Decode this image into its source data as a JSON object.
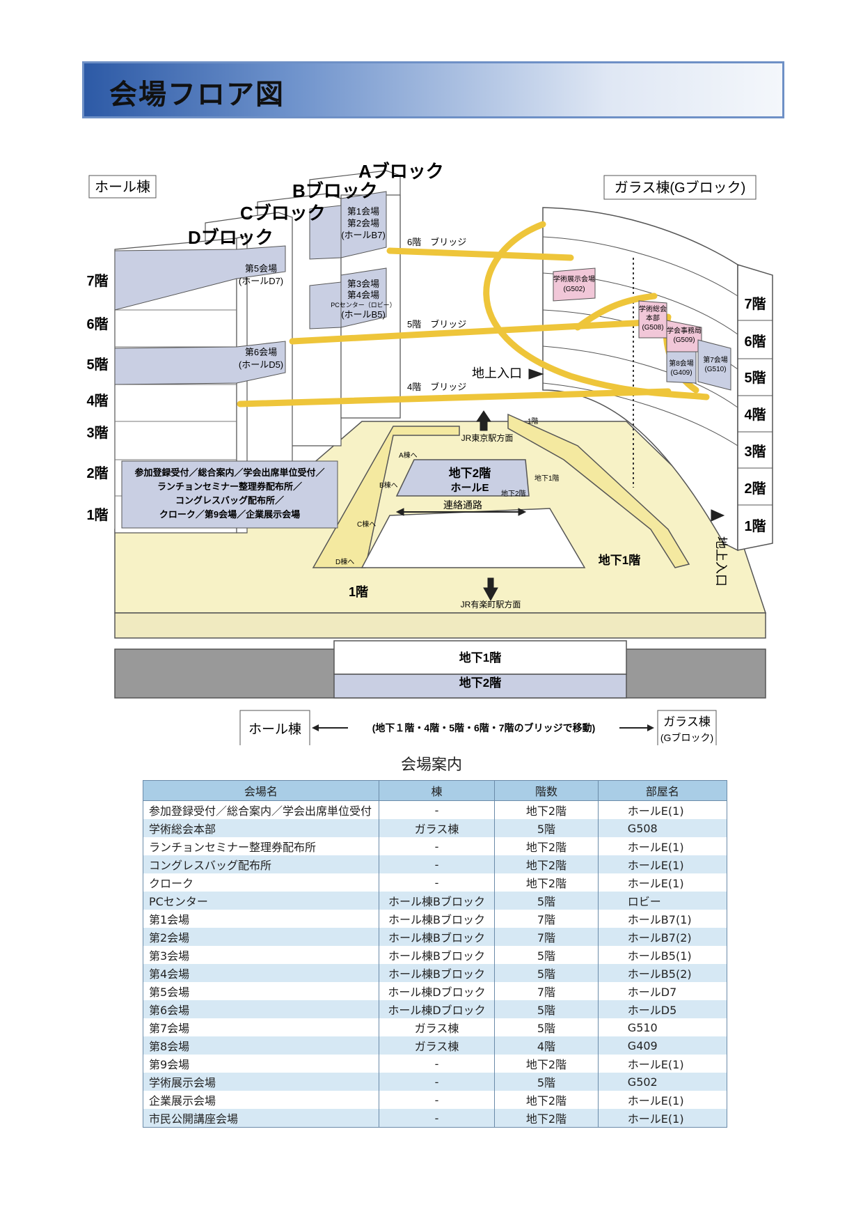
{
  "title": "会場フロア図",
  "map": {
    "hall_label": "ホール棟",
    "glass_label": "ガラス棟(Gブロック)",
    "blocks": {
      "A": "Aブロック",
      "B": "Bブロック",
      "C": "Cブロック",
      "D": "Dブロック"
    },
    "left_floors": [
      "7階",
      "6階",
      "5階",
      "4階",
      "3階",
      "2階",
      "1階"
    ],
    "right_floors": [
      "7階",
      "6階",
      "5階",
      "4階",
      "3階",
      "2階",
      "1階"
    ],
    "rooms": {
      "b7": [
        "第1会場",
        "第2会場",
        "(ホールB7)"
      ],
      "b5": [
        "第3会場",
        "第4会場",
        "PCセンター（ロビー）",
        "(ホールB5)"
      ],
      "d7": [
        "第5会場",
        "(ホールD7)"
      ],
      "d5": [
        "第6会場",
        "(ホールD5)"
      ],
      "g502": [
        "学術展示会場",
        "(G502)"
      ],
      "g508": [
        "学術総会",
        "本部",
        "(G508)"
      ],
      "g509": [
        "学会事務局",
        "(G509)"
      ],
      "g409": [
        "第8会場",
        "(G409)"
      ],
      "g510": [
        "第7会場",
        "(G510)"
      ]
    },
    "bridges": [
      "6階　ブリッジ",
      "5階　ブリッジ",
      "4階　ブリッジ"
    ],
    "ground_entrance": "地上入口",
    "ground_entrance_right": "地上入口",
    "hall_e": [
      "地下2階",
      "ホールE"
    ],
    "corridor": "連絡通路",
    "jr_tokyo": "JR東京駅方面",
    "jr_yurakucho": "JR有楽町駅方面",
    "floor_1f": "1階",
    "floor_b1": "地下1階",
    "to_blocks": [
      "A棟へ",
      "B棟へ",
      "C棟へ",
      "D棟へ"
    ],
    "escalator_labels": [
      "1階",
      "地下1階",
      "地下2階"
    ],
    "reception_box": [
      "参加登録受付／総合案内／学会出席単位受付／",
      "ランチョンセミナー整理券配布所／",
      "コングレスバッグ配布所／",
      "クローク／第9会場／企業展示会場"
    ],
    "b1_label": "地下1階",
    "b2_label": "地下2階",
    "move_note": "(地下１階・4階・5階・6階・7階のブリッジで移動)",
    "hall_box": "ホール棟",
    "glass_box": [
      "ガラス棟",
      "(Gブロック)"
    ],
    "colors": {
      "bridge": "#eec53a",
      "room": "#c9cfe3",
      "pink": "#f1c7d8",
      "ground": "#f7f2c6",
      "banner": "#2d5aa6"
    }
  },
  "table": {
    "title": "会場案内",
    "headers": [
      "会場名",
      "棟",
      "階数",
      "部屋名"
    ],
    "rows": [
      [
        "参加登録受付／総合案内／学会出席単位受付",
        "-",
        "地下2階",
        "ホールE(1)"
      ],
      [
        "学術総会本部",
        "ガラス棟",
        "5階",
        "G508"
      ],
      [
        "ランチョンセミナー整理券配布所",
        "-",
        "地下2階",
        "ホールE(1)"
      ],
      [
        "コングレスバッグ配布所",
        "-",
        "地下2階",
        "ホールE(1)"
      ],
      [
        "クローク",
        "-",
        "地下2階",
        "ホールE(1)"
      ],
      [
        "PCセンター",
        "ホール棟Bブロック",
        "5階",
        "ロビー"
      ],
      [
        "第1会場",
        "ホール棟Bブロック",
        "7階",
        "ホールB7(1)"
      ],
      [
        "第2会場",
        "ホール棟Bブロック",
        "7階",
        "ホールB7(2)"
      ],
      [
        "第3会場",
        "ホール棟Bブロック",
        "5階",
        "ホールB5(1)"
      ],
      [
        "第4会場",
        "ホール棟Bブロック",
        "5階",
        "ホールB5(2)"
      ],
      [
        "第5会場",
        "ホール棟Dブロック",
        "7階",
        "ホールD7"
      ],
      [
        "第6会場",
        "ホール棟Dブロック",
        "5階",
        "ホールD5"
      ],
      [
        "第7会場",
        "ガラス棟",
        "5階",
        "G510"
      ],
      [
        "第8会場",
        "ガラス棟",
        "4階",
        "G409"
      ],
      [
        "第9会場",
        "-",
        "地下2階",
        "ホールE(1)"
      ],
      [
        "学術展示会場",
        "-",
        "5階",
        "G502"
      ],
      [
        "企業展示会場",
        "-",
        "地下2階",
        "ホールE(1)"
      ],
      [
        "市民公開講座会場",
        "-",
        "地下2階",
        "ホールE(1)"
      ]
    ]
  }
}
